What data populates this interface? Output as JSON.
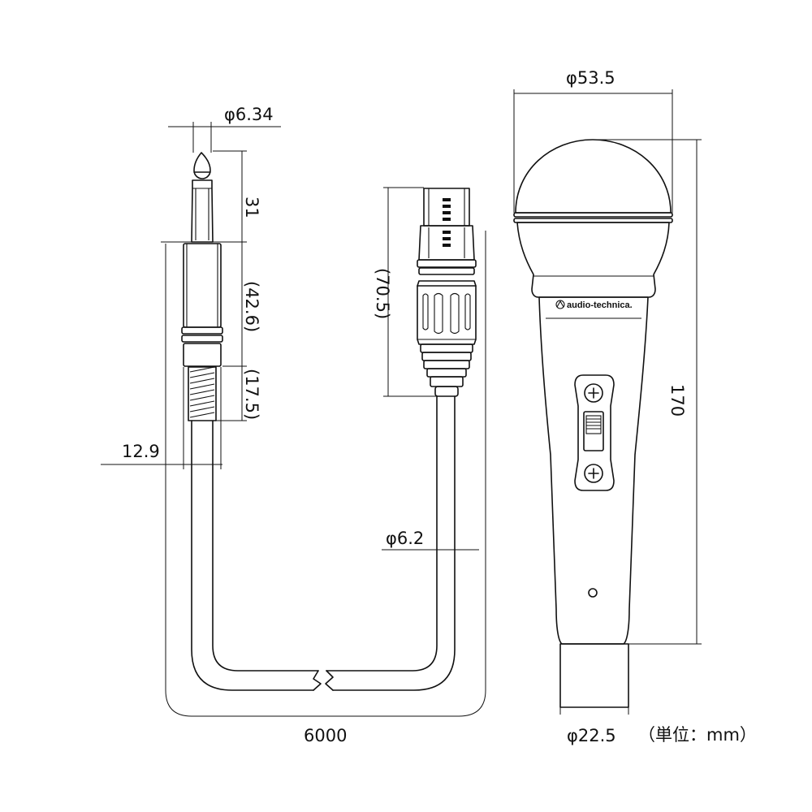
{
  "dimensions": {
    "plug_diameter": "φ6.34",
    "plug_tip_length": "31",
    "plug_body_length": "(42.6)",
    "plug_strain_length": "(17.5)",
    "plug_width": "12.9",
    "xlr_length": "(70.5)",
    "cable_diameter": "φ6.2",
    "cable_length": "6000",
    "head_diameter": "φ53.5",
    "mic_length": "170",
    "handle_diameter": "φ22.5"
  },
  "unit_note": "（単位：mm）",
  "brand_logo_text": "audio-technica."
}
